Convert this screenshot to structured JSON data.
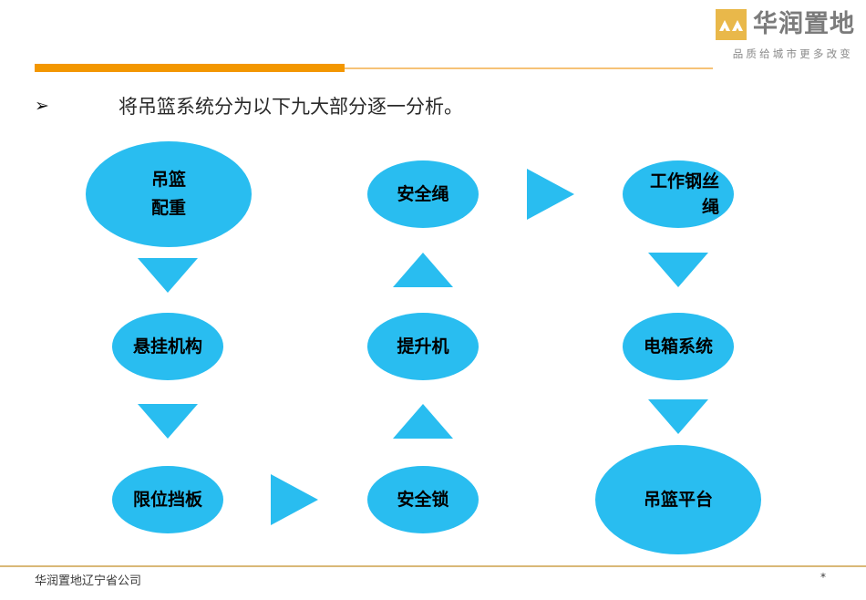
{
  "header": {
    "logo_name": "华润置地",
    "logo_tagline": "品质给城市更多改变",
    "logo_icon": "mountain-peaks-icon",
    "accent_orange": "#F39700",
    "accent_orange_light": "#F6C277",
    "logo_gold": "#E9B84A"
  },
  "bullet": {
    "glyph": "➢",
    "text": "将吊篮系统分为以下九大部分逐一分析。"
  },
  "diagram": {
    "node_color": "#29BDF0",
    "nodes": [
      {
        "id": "node-1",
        "label": "吊篮\n配重",
        "name": "node-diaolan-peizhong"
      },
      {
        "id": "node-2",
        "label": "安全绳",
        "name": "node-anquansheng"
      },
      {
        "id": "node-3",
        "label": "工作钢丝\n绳",
        "name": "node-gongzuo-gangsisheng"
      },
      {
        "id": "node-4",
        "label": "悬挂机构",
        "name": "node-xuangua-jigou"
      },
      {
        "id": "node-5",
        "label": "提升机",
        "name": "node-tishengji"
      },
      {
        "id": "node-6",
        "label": "电箱系统",
        "name": "node-dianxiang-xitong"
      },
      {
        "id": "node-7",
        "label": "限位挡板",
        "name": "node-xianwei-dangban"
      },
      {
        "id": "node-8",
        "label": "安全锁",
        "name": "node-anquansuo"
      },
      {
        "id": "node-9",
        "label": "吊篮平台",
        "name": "node-diaolan-pingtai"
      }
    ],
    "arrows": [
      {
        "direction": "down",
        "name": "arrow-down-left-top"
      },
      {
        "direction": "down",
        "name": "arrow-down-left-bottom"
      },
      {
        "direction": "right",
        "name": "arrow-right-bottom-left"
      },
      {
        "direction": "up",
        "name": "arrow-up-center-bottom"
      },
      {
        "direction": "up",
        "name": "arrow-up-center-top"
      },
      {
        "direction": "right",
        "name": "arrow-right-top-center"
      },
      {
        "direction": "down",
        "name": "arrow-down-right-top"
      },
      {
        "direction": "down",
        "name": "arrow-down-right-bottom"
      }
    ]
  },
  "footer": {
    "company": "华润置地辽宁省公司",
    "page": "*",
    "rule_color": "#D9B877"
  }
}
